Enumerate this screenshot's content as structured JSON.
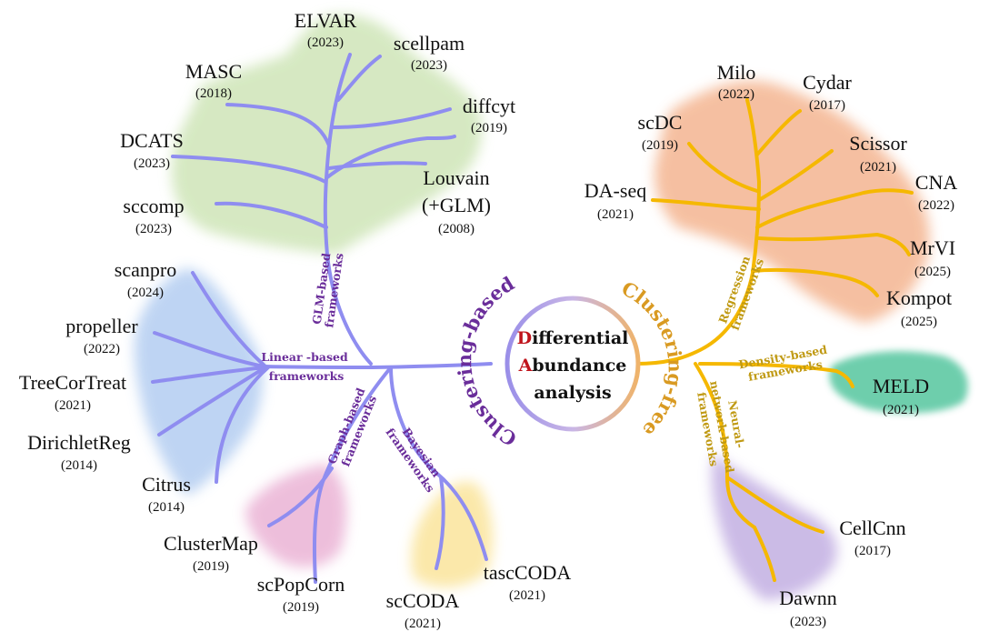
{
  "center": {
    "line1_initial": "D",
    "line1_rest": "ifferential",
    "line2_initial": "A",
    "line2_rest": "bundance",
    "line3": "analysis",
    "arc_left": "Clustering-based",
    "arc_right": "Clustering-free"
  },
  "frameworks": {
    "glm_line1": "GLM-based",
    "glm_line2": "frameworks",
    "linear_line1": "Linear -based",
    "linear_line2": "frameworks",
    "graph_line1": "Graph-based",
    "graph_line2": "frameworks",
    "bayesian_line1": "Bayesian",
    "bayesian_line2": "frameworks",
    "regression_line1": "Regression",
    "regression_line2": "frameworks",
    "density_line1": "Density-based",
    "density_line2": "frameworks",
    "neural_line1": "Neural-",
    "neural_line2": "network-based",
    "neural_line3": "frameworks"
  },
  "methods": {
    "elvar": {
      "name": "ELVAR",
      "year": "(2023)"
    },
    "scellpam": {
      "name": "scellpam",
      "year": "(2023)"
    },
    "masc": {
      "name": "MASC",
      "year": "(2018)"
    },
    "diffcyt": {
      "name": "diffcyt",
      "year": "(2019)"
    },
    "dcats": {
      "name": "DCATS",
      "year": "(2023)"
    },
    "louvain": {
      "name1": "Louvain",
      "name2": "(+GLM)",
      "year": "(2008)"
    },
    "sccomp": {
      "name": "sccomp",
      "year": "(2023)"
    },
    "scanpro": {
      "name": "scanpro",
      "year": "(2024)"
    },
    "propeller": {
      "name": "propeller",
      "year": "(2022)"
    },
    "treecortreat": {
      "name": "TreeCorTreat",
      "year": "(2021)"
    },
    "dirichletreg": {
      "name": "DirichletReg",
      "year": "(2014)"
    },
    "citrus": {
      "name": "Citrus",
      "year": "(2014)"
    },
    "clustermap": {
      "name": "ClusterMap",
      "year": "(2019)"
    },
    "scpopcorn": {
      "name": "scPopCorn",
      "year": "(2019)"
    },
    "sccoda": {
      "name": "scCODA",
      "year": "(2021)"
    },
    "tasccoda": {
      "name": "tascCODA",
      "year": "(2021)"
    },
    "milo": {
      "name": "Milo",
      "year": "(2022)"
    },
    "cydar": {
      "name": "Cydar",
      "year": "(2017)"
    },
    "scdc": {
      "name": "scDC",
      "year": "(2019)"
    },
    "scissor": {
      "name": "Scissor",
      "year": "(2021)"
    },
    "daseq": {
      "name": "DA-seq",
      "year": "(2021)"
    },
    "cna": {
      "name": "CNA",
      "year": "(2022)"
    },
    "mrvi": {
      "name": "MrVI",
      "year": "(2025)"
    },
    "kompot": {
      "name": "Kompot",
      "year": "(2025)"
    },
    "meld": {
      "name": "MELD",
      "year": "(2021)"
    },
    "cellcnn": {
      "name": "CellCnn",
      "year": "(2017)"
    },
    "dawnn": {
      "name": "Dawnn",
      "year": "(2023)"
    }
  },
  "colors": {
    "purple_branch": "#8f8df0",
    "gold_branch": "#f5b800",
    "glm_leaf": "#cfe5b8",
    "linear_leaf": "#b8d0f2",
    "graph_leaf": "#ecb8d8",
    "bayesian_leaf": "#fbe7a6",
    "regression_leaf": "#f4b591",
    "density_leaf": "#5fc9a4",
    "neural_leaf": "#c6b4e4",
    "highlight_red": "#c0141c"
  }
}
